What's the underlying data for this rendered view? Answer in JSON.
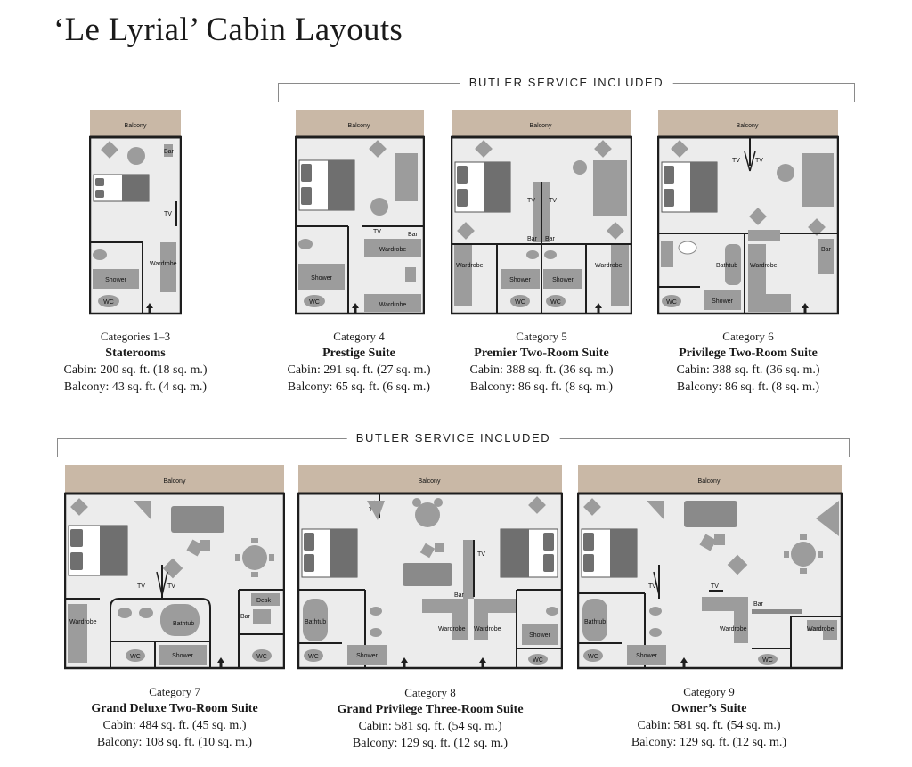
{
  "title": "‘Le Lyrial’ Cabin Layouts",
  "butler_label": "BUTLER SERVICE INCLUDED",
  "labels": {
    "balcony": "Balcony",
    "bar": "Bar",
    "tv": "TV",
    "wardrobe": "Wardrobe",
    "shower": "Shower",
    "wc": "WC",
    "bathtub": "Bathtub",
    "desk": "Desk"
  },
  "colors": {
    "balcony": "#c9b8a6",
    "floor": "#ececec",
    "wall": "#1e1e1e",
    "furniture": "#9c9c9c",
    "furniture_dark": "#6f6f6f"
  },
  "cabins": [
    {
      "category": "Categories 1–3",
      "name": "Staterooms",
      "cabin": "Cabin: 200 sq. ft. (18 sq. m.)",
      "balcony": "Balcony: 43 sq. ft. (4 sq. m.)"
    },
    {
      "category": "Category 4",
      "name": "Prestige Suite",
      "cabin": "Cabin: 291 sq. ft. (27 sq. m.)",
      "balcony": "Balcony: 65 sq. ft. (6 sq. m.)"
    },
    {
      "category": "Category 5",
      "name": "Premier Two-Room Suite",
      "cabin": "Cabin: 388 sq. ft. (36 sq. m.)",
      "balcony": "Balcony: 86 sq. ft. (8 sq. m.)"
    },
    {
      "category": "Category 6",
      "name": "Privilege Two-Room Suite",
      "cabin": "Cabin: 388 sq. ft. (36 sq. m.)",
      "balcony": "Balcony: 86 sq. ft. (8 sq. m.)"
    },
    {
      "category": "Category 7",
      "name": "Grand Deluxe Two-Room Suite",
      "cabin": "Cabin: 484 sq. ft. (45 sq. m.)",
      "balcony": "Balcony: 108 sq. ft. (10 sq. m.)"
    },
    {
      "category": "Category 8",
      "name": "Grand Privilege Three-Room Suite",
      "cabin": "Cabin: 581 sq. ft. (54 sq. m.)",
      "balcony": "Balcony: 129 sq. ft. (12 sq. m.)"
    },
    {
      "category": "Category 9",
      "name": "Owner’s Suite",
      "cabin": "Cabin: 581 sq. ft. (54 sq. m.)",
      "balcony": "Balcony: 129 sq. ft. (12 sq. m.)"
    }
  ]
}
